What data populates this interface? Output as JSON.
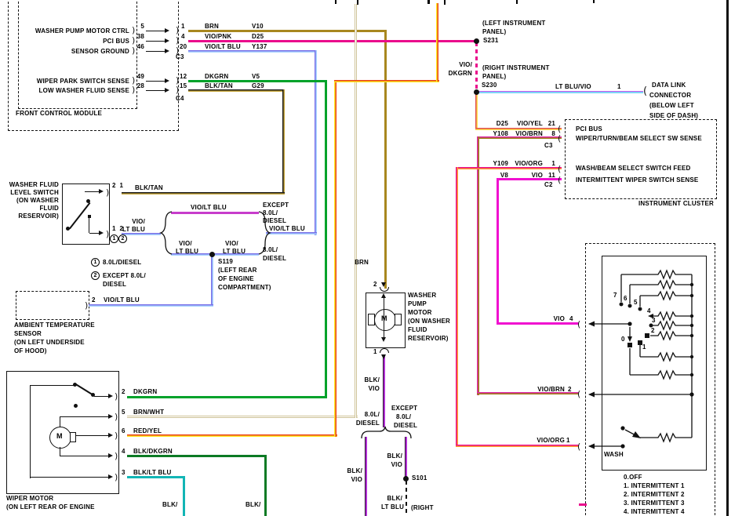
{
  "colors": {
    "brn": "#a8871f",
    "vio_pnk": "#ea0b8c",
    "vio_lt_blu": "#7b72e8",
    "lt_blu": "#a8d4ff",
    "dkgrn": "#00a22a",
    "blk_tan": "#c9a83c",
    "vio_yel": "#e05050",
    "vio_brn": "#9c7c10",
    "vio_org": "#ff9d2e",
    "vio": "#f010d0",
    "lt_blu_vio": "#7dd4f5",
    "brn_wht": "#cfc49a",
    "red_yel": "#e8401a",
    "blk_dkgrn": "#0c7a24",
    "blk_lt_blu": "#12b5b5",
    "blk_vio": "#b12fd4"
  },
  "fcm": {
    "title": "FRONT CONTROL MODULE",
    "c3": "C3",
    "c4": "C4",
    "rows": [
      {
        "label": "WASHER PUMP MOTOR CTRL",
        "pin_out": "5",
        "pin_in": "1",
        "wire": "BRN",
        "circuit": "V10"
      },
      {
        "label": "PCI BUS",
        "pin_out": "38",
        "pin_in": "4",
        "wire": "VIO/PNK",
        "circuit": "D25"
      },
      {
        "label": "SENSOR GROUND",
        "pin_out": "46",
        "pin_in": "20",
        "wire": "VIO/LT BLU",
        "circuit": "Y137"
      },
      {
        "label": "WIPER PARK SWITCH SENSE",
        "pin_out": "49",
        "pin_in": "12",
        "wire": "DKGRN",
        "circuit": "V5"
      },
      {
        "label": "LOW WASHER FLUID SENSE",
        "pin_out": "28",
        "pin_in": "15",
        "wire": "BLK/TAN",
        "circuit": "G29"
      }
    ]
  },
  "level_switch": {
    "name": [
      "WASHER FLUID",
      "LEVEL SWITCH",
      "(ON WASHER",
      "FLUID",
      "RESERVOIR)"
    ],
    "pins_top": "2  1",
    "wire_top": "BLK/TAN",
    "pins_bottom": "1  2",
    "wire_bottom": [
      "VIO/",
      "LT BLU"
    ],
    "note1_num": "1",
    "note1": "8.0L/DIESEL",
    "note2_num": "2",
    "note2": [
      "EXCEPT 8.0L/",
      "DIESEL"
    ]
  },
  "split": {
    "top_wire": "VIO/LT BLU",
    "bot_wire1": [
      "VIO/",
      "LT BLU"
    ],
    "bot_wire2": [
      "VIO/",
      "LT BLU"
    ],
    "splice": "S119",
    "splice_loc": [
      "(LEFT REAR",
      "OF ENGINE",
      "COMPARTMENT)"
    ],
    "right_top": [
      "EXCEPT",
      "8.0L/",
      "DIESEL"
    ],
    "right_top_wire": "VIO/LT BLU",
    "right_bot": [
      "8.0L/",
      "DIESEL"
    ]
  },
  "ambient": {
    "pin": "2",
    "wire": "VIO/LT BLU",
    "name": [
      "AMBIENT TEMPERATURE",
      "SENSOR",
      "(ON LEFT UNDERSIDE",
      "OF HOOD)"
    ]
  },
  "wiper_motor": {
    "motor_letter": "M",
    "rows": [
      {
        "pin": "2",
        "wire": "DKGRN"
      },
      {
        "pin": "5",
        "wire": "BRN/WHT"
      },
      {
        "pin": "6",
        "wire": "RED/YEL"
      },
      {
        "pin": "4",
        "wire": "BLK/DKGRN"
      },
      {
        "pin": "3",
        "wire": "BLK/LT BLU"
      }
    ],
    "name": [
      "WIPER MOTOR",
      "(ON LEFT REAR OF ENGINE"
    ]
  },
  "washer_pump": {
    "motor_letter": "M",
    "wire_top": "BRN",
    "pin_top": "2",
    "pin_bot": "1",
    "name": [
      "WASHER",
      "PUMP",
      "MOTOR",
      "(ON WASHER",
      "FLUID",
      "RESERVOIR)"
    ],
    "wire_bot": [
      "BLK/",
      "VIO"
    ],
    "split_left": [
      "8.0L/",
      "DIESEL"
    ],
    "split_right": [
      "EXCEPT",
      "8.0L/",
      "DIESEL"
    ],
    "left_wire": [
      "BLK/",
      "VIO"
    ],
    "right_wire": [
      "BLK/",
      "VIO"
    ],
    "splice": "S101",
    "below_wire": [
      "BLK/",
      "LT BLU"
    ],
    "below_loc": "(RIGHT"
  },
  "splices": {
    "s231": "S231",
    "s231_loc": [
      "(LEFT INSTRUMENT",
      "PANEL)"
    ],
    "s230": "S230",
    "s230_loc": [
      "(RIGHT INSTRUMENT",
      "PANEL)"
    ],
    "between_wire": [
      "VIO/",
      "DKGRN"
    ]
  },
  "dlc": {
    "wire": "LT BLU/VIO",
    "pin": "1",
    "name": [
      "DATA LINK",
      "CONNECTOR",
      "(BELOW LEFT",
      "SIDE OF DASH)"
    ]
  },
  "cluster": {
    "c3": "C3",
    "c2": "C2",
    "title": "INSTRUMENT CLUSTER",
    "rows": [
      {
        "circuit": "D25",
        "wire": "VIO/YEL",
        "pin": "21",
        "label": "PCI BUS"
      },
      {
        "circuit": "Y108",
        "wire": "VIO/BRN",
        "pin": "8",
        "label": "WIPER/TURN/BEAM SELECT SW SENSE"
      },
      {
        "circuit": "Y109",
        "wire": "VIO/ORG",
        "pin": "1",
        "label": "WASH/BEAM SELECT SWITCH FEED"
      },
      {
        "circuit": "V8",
        "wire": "VIO",
        "pin": "11",
        "label": "INTERMITTENT WIPER SWITCH SENSE"
      }
    ]
  },
  "wiper_switch": {
    "entries": [
      {
        "wire": "VIO",
        "pin": "4"
      },
      {
        "wire": "VIO/BRN",
        "pin": "2"
      },
      {
        "wire": "VIO/ORG",
        "pin": "1"
      }
    ],
    "wash": "WASH",
    "positions": [
      "7",
      "6",
      "5",
      "4",
      "3",
      "2",
      "1",
      "0"
    ],
    "legend": [
      "0.OFF",
      "1. INTERMITTENT 1",
      "2. INTERMITTENT 2",
      "3. INTERMITTENT 3",
      "4. INTERMITTENT 4"
    ]
  },
  "bottom_labels": {
    "blk1": "BLK/",
    "blk2": "BLK/"
  }
}
